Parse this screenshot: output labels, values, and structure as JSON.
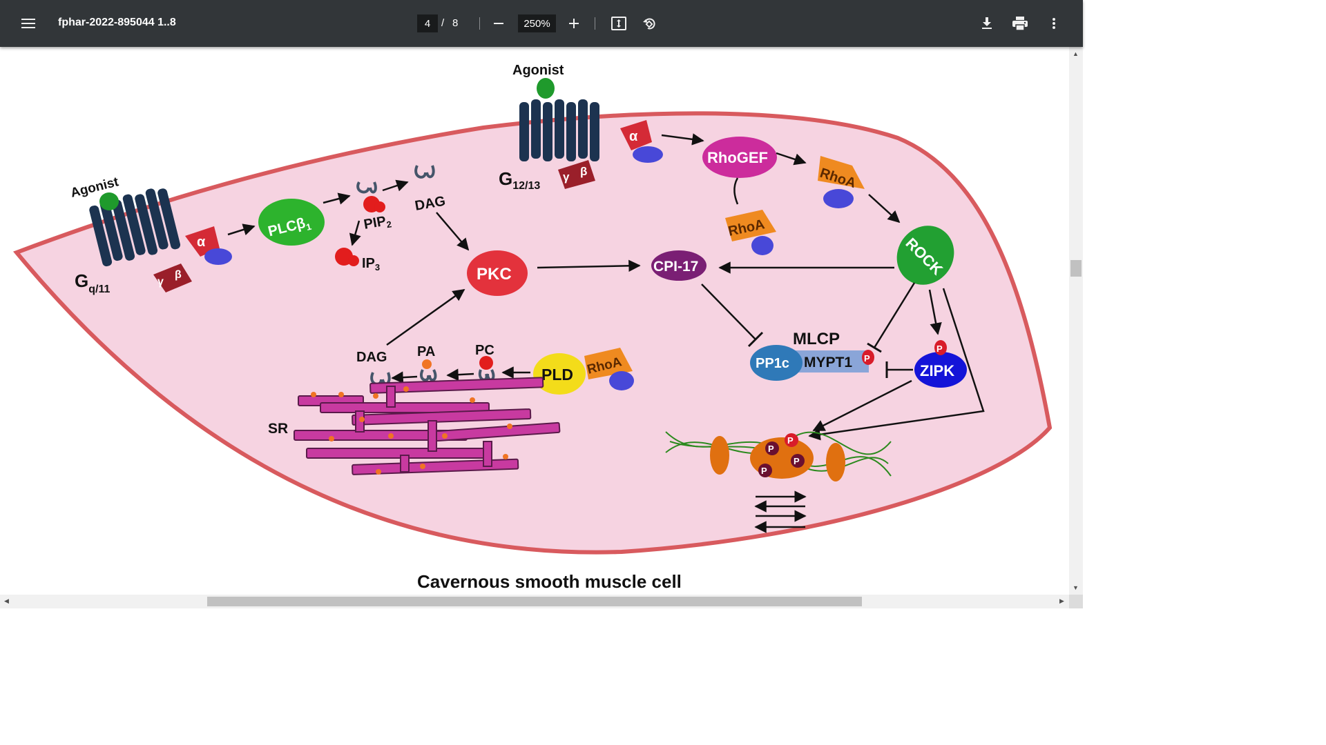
{
  "toolbar": {
    "menu_icon": "hamburger-menu-icon",
    "document_title": "fphar-2022-895044 1..8",
    "current_page": "4",
    "page_separator": "/",
    "total_pages": "8",
    "zoom_level": "250%",
    "icons": [
      "zoom-out-icon",
      "zoom-in-icon",
      "fit-page-icon",
      "rotate-icon",
      "download-icon",
      "print-icon",
      "more-options-icon"
    ]
  },
  "figure": {
    "caption": "Cavernous smooth muscle cell",
    "labels": {
      "agonist_left": "Agonist",
      "agonist_top": "Agonist",
      "gq": "G",
      "gq_sub": "q/11",
      "g1213": "G",
      "g1213_sub": "12/13",
      "alpha": "α",
      "gamma": "γ",
      "beta": "β",
      "plcb": "PLCβ",
      "plcb_sub": "1",
      "pip": "PIP",
      "pip_sub": "2",
      "ip": "IP",
      "ip_sub": "3",
      "dag_top": "DAG",
      "pkc": "PKC",
      "cpi17": "CPI-17",
      "rhogef": "RhoGEF",
      "rhoa": "RhoA",
      "rock": "ROCK",
      "mlcp": "MLCP",
      "pp1c": "PP1c",
      "mypt1": "MYPT1",
      "phos": "P",
      "zipk": "ZIPK",
      "dag_bottom": "DAG",
      "pa": "PA",
      "pc": "PC",
      "pld": "PLD",
      "sr": "SR"
    },
    "colors": {
      "cell_fill": "#f6d3e1",
      "cell_border": "#d85a5e",
      "receptor": "#1c3350",
      "alpha": "#d42a36",
      "gamma_beta": "#9a1f2a",
      "beta_gamma_blue": "#4848d8",
      "plcb": "#2db32d",
      "pkc": "#e3323c",
      "cpi17": "#7a1f74",
      "rhogef": "#cc2c9c",
      "rhoa": "#ef8a20",
      "rock": "#22a032",
      "pp1c": "#2f79b8",
      "mypt1": "#8aa5d8",
      "zipk": "#1414d8",
      "pld": "#f3dc1a",
      "sr": "#c83aa0"
    }
  }
}
